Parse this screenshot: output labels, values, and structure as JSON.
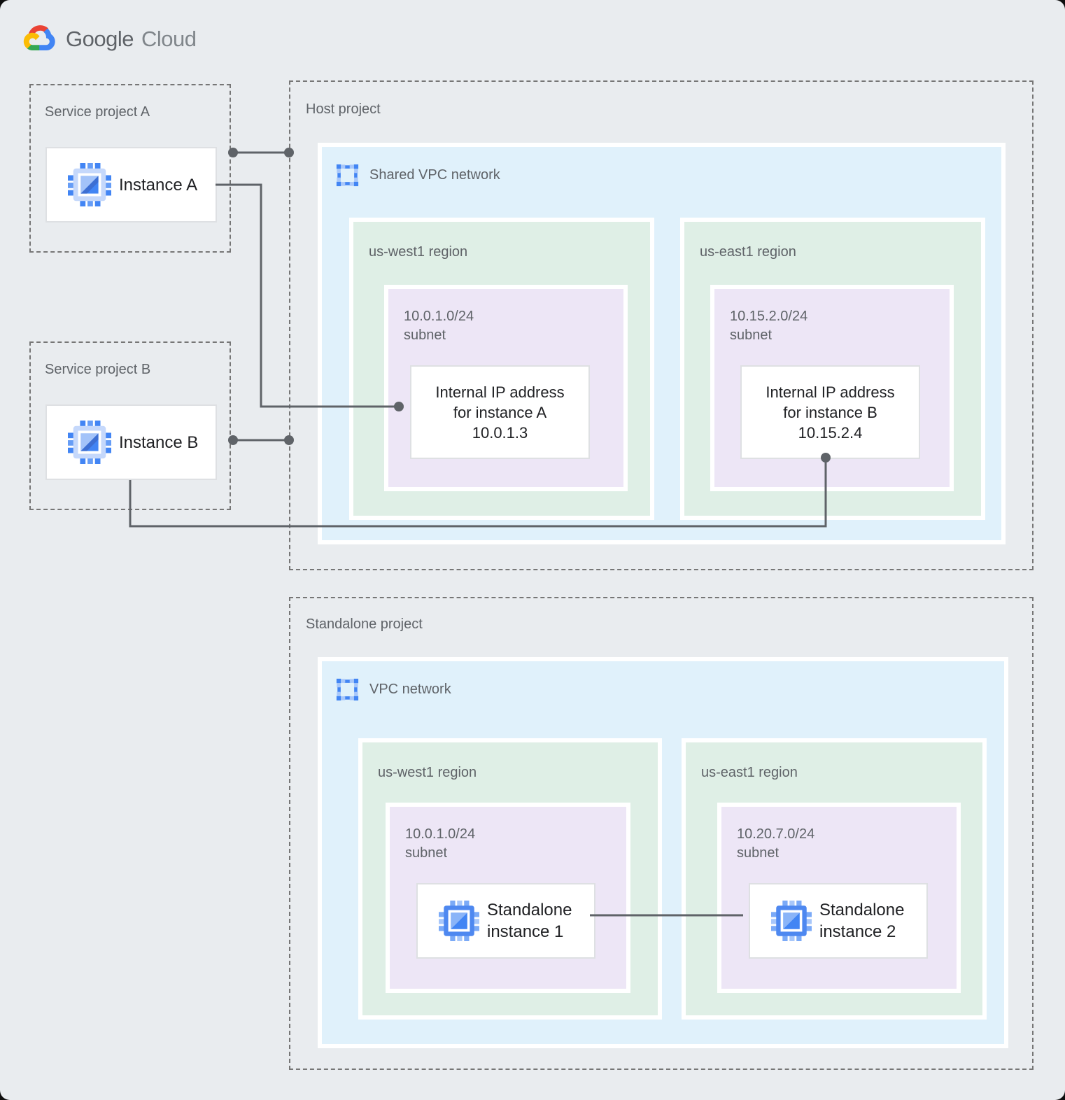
{
  "logo": {
    "google": "Google",
    "cloud": "Cloud"
  },
  "colors": {
    "canvas_bg": "#E9ECEF",
    "network_fill": "#E0F1FB",
    "region_fill": "#DFEFE6",
    "subnet_fill": "#EDE6F6",
    "connector": "#5F6368",
    "dashed_border": "#767676",
    "icon_blue": "#4285F4",
    "icon_light_blue": "#A8C7FA"
  },
  "service_project_a": {
    "label": "Service project A",
    "instance_label": "Instance A"
  },
  "service_project_b": {
    "label": "Service project B",
    "instance_label": "Instance B"
  },
  "host_project": {
    "label": "Host project",
    "network_label": "Shared VPC network",
    "regions": [
      {
        "label": "us-west1 region",
        "subnet_cidr": "10.0.1.0/24",
        "subnet_word": "subnet",
        "ip_card": {
          "line1": "Internal IP address",
          "line2": "for instance A",
          "line3": "10.0.1.3"
        }
      },
      {
        "label": "us-east1 region",
        "subnet_cidr": "10.15.2.0/24",
        "subnet_word": "subnet",
        "ip_card": {
          "line1": "Internal IP address",
          "line2": "for instance B",
          "line3": "10.15.2.4"
        }
      }
    ]
  },
  "standalone_project": {
    "label": "Standalone project",
    "network_label": "VPC network",
    "regions": [
      {
        "label": "us-west1 region",
        "subnet_cidr": "10.0.1.0/24",
        "subnet_word": "subnet",
        "instance": {
          "line1": "Standalone",
          "line2": "instance 1"
        }
      },
      {
        "label": "us-east1 region",
        "subnet_cidr": "10.20.7.0/24",
        "subnet_word": "subnet",
        "instance": {
          "line1": "Standalone",
          "line2": "instance 2"
        }
      }
    ]
  }
}
